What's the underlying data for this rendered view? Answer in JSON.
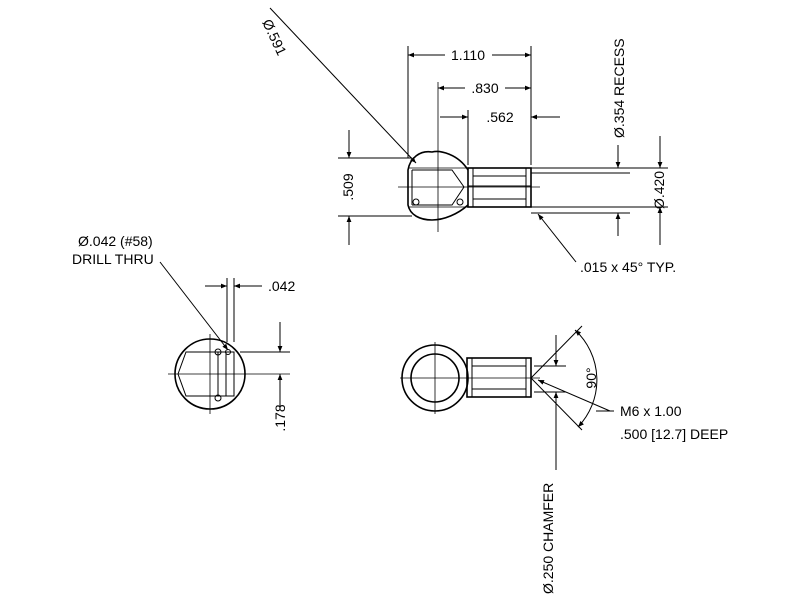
{
  "drawing": {
    "dims": {
      "dia_591": "Ø.591",
      "len_1110": "1.110",
      "len_830": ".830",
      "len_562": ".562",
      "dia_354_recess": "Ø.354 RECESS",
      "h_509": ".509",
      "dia_420": "Ø.420",
      "chamfer_015": ".015 x 45° TYP.",
      "drill_dia": "Ø.042 (#58)",
      "drill_thru": "DRILL THRU",
      "w_042": ".042",
      "off_178": ".178",
      "angle_90": "90°",
      "thread": "M6 x 1.00",
      "thread_depth": ".500 [12.7] DEEP",
      "chamfer_250": "Ø.250 CHAMFER"
    }
  }
}
